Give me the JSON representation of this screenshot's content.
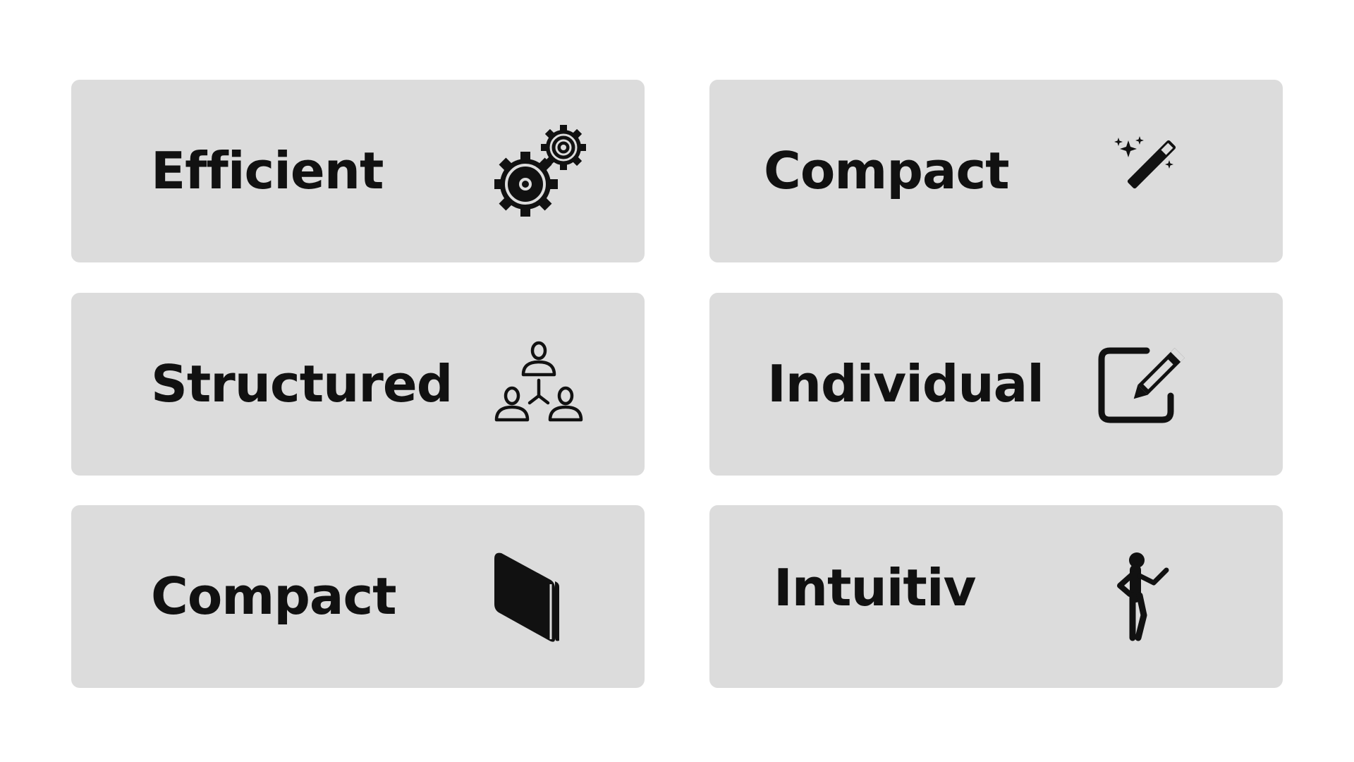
{
  "cards": [
    {
      "label": "Efficient",
      "icon": "gears-icon"
    },
    {
      "label": "Compact",
      "icon": "magic-wand-icon"
    },
    {
      "label": "Structured",
      "icon": "org-structure-icon"
    },
    {
      "label": "Individual",
      "icon": "edit-pencil-icon"
    },
    {
      "label": "Compact",
      "icon": "book-icon"
    },
    {
      "label": "Intuitiv",
      "icon": "person-pointing-icon"
    }
  ],
  "colors": {
    "background": "#ffffff",
    "card": "#dcdcdc",
    "text": "#111111"
  }
}
